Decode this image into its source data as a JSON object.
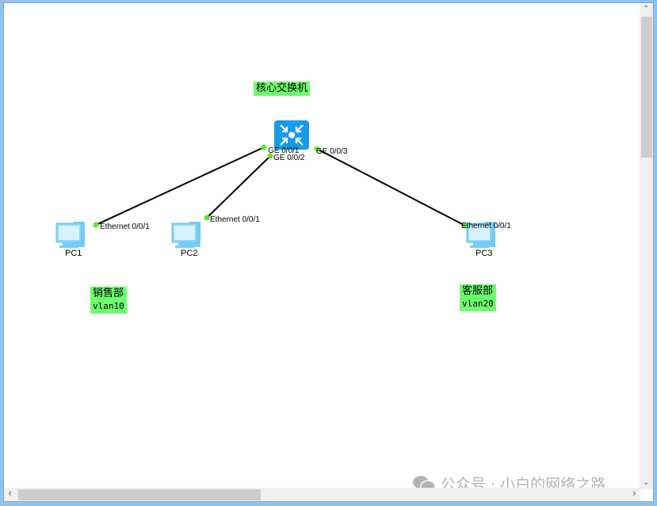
{
  "topology": {
    "switch": {
      "name": "核心交换机",
      "ports": [
        "GE 0/0/1",
        "GE 0/0/2",
        "GE 0/0/3"
      ]
    },
    "pcs": [
      {
        "name": "PC1",
        "port": "Ethernet 0/0/1"
      },
      {
        "name": "PC2",
        "port": "Ethernet 0/0/1"
      },
      {
        "name": "PC3",
        "port": "Ethernet 0/0/1"
      }
    ],
    "groups": [
      {
        "dept": "销售部",
        "vlan": "vlan10"
      },
      {
        "dept": "客服部",
        "vlan": "vlan20"
      }
    ]
  },
  "colors": {
    "label_bg": "#6dfb6d",
    "switch": "#1a9be8",
    "pc": "#74cdf6",
    "link": "#000000",
    "port_dot": "#5ee62a"
  },
  "watermark": {
    "icon": "wechat-icon",
    "text": "公众号 · 小白的网络之路"
  },
  "scrollbars": {
    "up": "⌃",
    "down": "⌄",
    "left": "‹",
    "right": "›"
  }
}
